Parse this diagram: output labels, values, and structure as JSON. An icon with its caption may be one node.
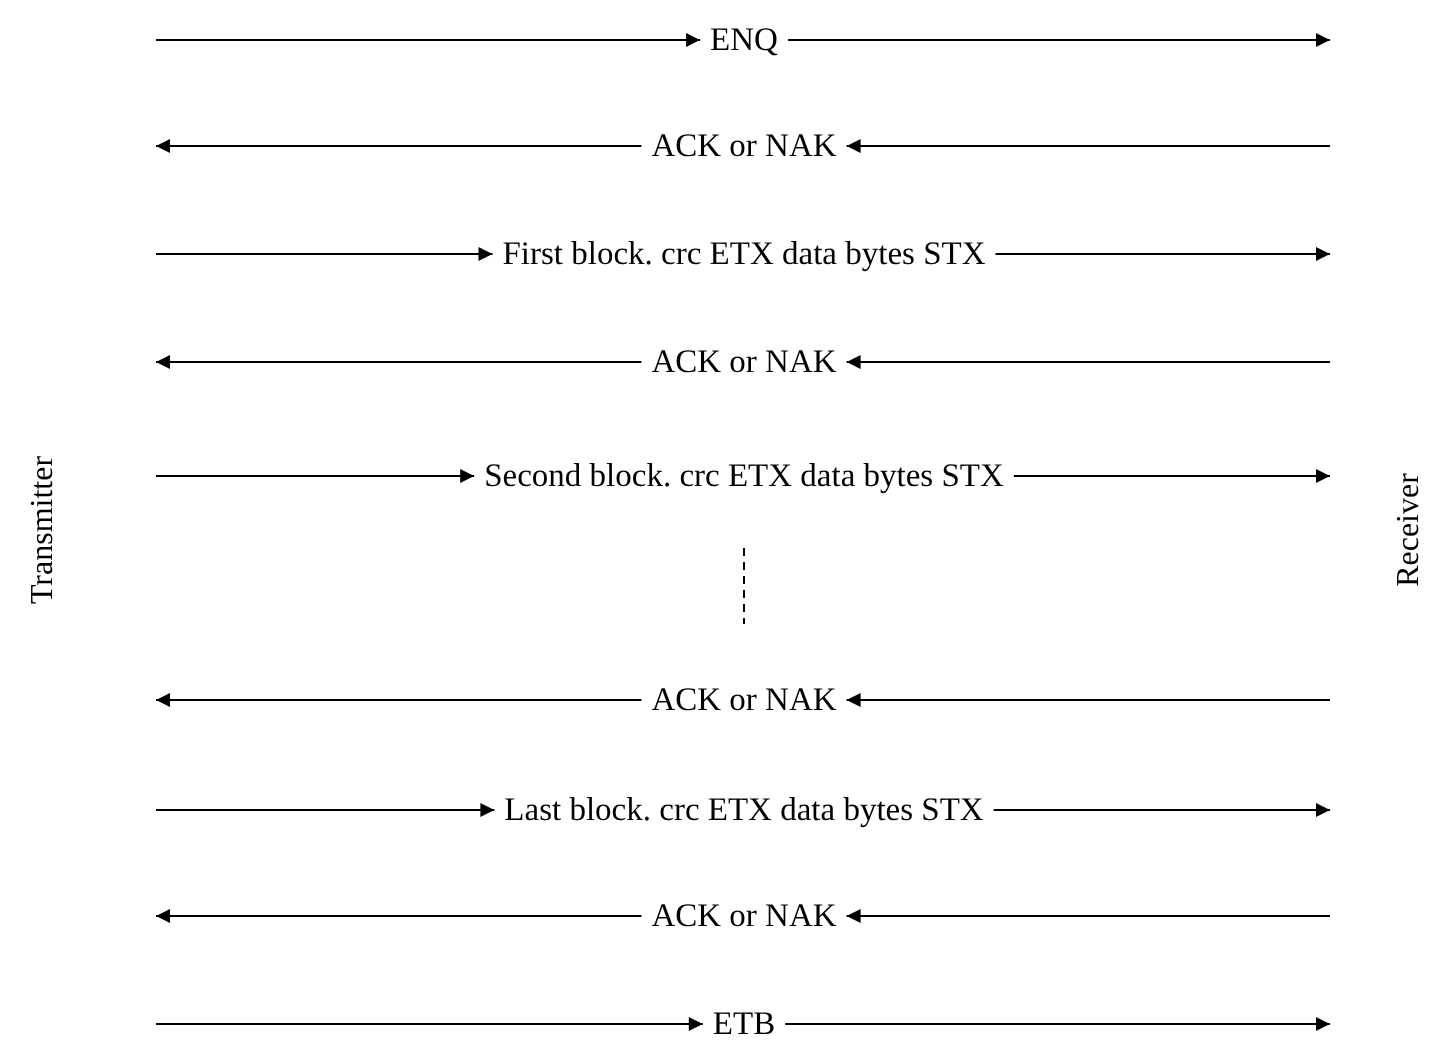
{
  "diagram": {
    "nodes": [
      {
        "text": [
          "ENQ"
        ]
      },
      {
        "text": [
          "ACK or NAK"
        ]
      },
      {
        "text": [
          "First block. crc ETX data bytes STX"
        ]
      },
      {
        "text": [
          "ACK or NAK"
        ]
      },
      {
        "text": [
          "Second block. crc ETX data bytes STX"
        ]
      },
      {
        "text": [
          "ACK or NAK"
        ]
      },
      {
        "text": [
          "Last block. crc ETX data bytes STX"
        ]
      },
      {
        "text": [
          "ACK or NAK"
        ]
      },
      {
        "text": [
          "ETB"
        ]
      }
    ],
    "edges": [
      {
        "from": null,
        "to": 0,
        "arrow": "to"
      },
      {
        "from": 0,
        "to": null,
        "arrow": "to"
      },
      {
        "from": null,
        "to": 1,
        "arrow": "to"
      },
      {
        "from": 1,
        "to": null,
        "arrow": "to"
      },
      {
        "from": null,
        "to": 2,
        "arrow": "to"
      },
      {
        "from": 2,
        "to": null,
        "arrow": "to"
      },
      {
        "from": null,
        "to": 3,
        "arrow": "to"
      },
      {
        "from": 3,
        "to": null,
        "arrow": "to"
      },
      {
        "from": null,
        "to": 4,
        "arrow": "to"
      },
      {
        "from": 4,
        "to": null,
        "arrow": "to"
      },
      {
        "from": null,
        "to": 5,
        "arrow": "to"
      },
      {
        "from": 5,
        "to": null,
        "arrow": "to"
      },
      {
        "from": null,
        "to": 6,
        "arrow": "to"
      },
      {
        "from": 6,
        "to": null,
        "arrow": "to"
      },
      {
        "from": null,
        "to": 7,
        "arrow": "to"
      },
      {
        "from": 7,
        "to": null,
        "arrow": "to"
      },
      {
        "from": null,
        "to": 8,
        "arrow": "to"
      },
      {
        "from": 8,
        "to": null,
        "arrow": "to"
      }
    ],
    "labels": [
      "Transmitter",
      "Receiver"
    ]
  }
}
